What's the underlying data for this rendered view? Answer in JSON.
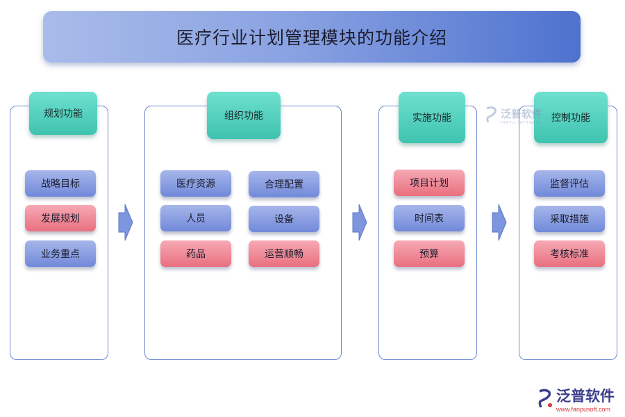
{
  "title": "医疗行业计划管理模块的功能介绍",
  "columns": [
    {
      "header": "规划功能",
      "items": [
        {
          "label": "战略目标",
          "color": "blue"
        },
        {
          "label": "发展规划",
          "color": "red"
        },
        {
          "label": "业务重点",
          "color": "blue"
        }
      ]
    },
    {
      "header": "组织功能",
      "items": [
        {
          "label": "医疗资源",
          "color": "blue"
        },
        {
          "label": "合理配置",
          "color": "blue"
        },
        {
          "label": "人员",
          "color": "blue"
        },
        {
          "label": "设备",
          "color": "blue"
        },
        {
          "label": "药品",
          "color": "red"
        },
        {
          "label": "运营顺畅",
          "color": "red"
        }
      ]
    },
    {
      "header": "实施功能",
      "items": [
        {
          "label": "项目计划",
          "color": "red"
        },
        {
          "label": "时间表",
          "color": "blue"
        },
        {
          "label": "预算",
          "color": "red"
        }
      ]
    },
    {
      "header": "控制功能",
      "items": [
        {
          "label": "监督评估",
          "color": "blue"
        },
        {
          "label": "采取措施",
          "color": "blue"
        },
        {
          "label": "考核标准",
          "color": "red"
        }
      ]
    }
  ],
  "watermark": {
    "brand": "泛普软件",
    "brand_sub": "FANPU SOFTWARE",
    "url": "www.fanpusoft.com"
  },
  "colors": {
    "title_start": "#a9bbe9",
    "title_end": "#4e72cf",
    "header": "#4fd0bd",
    "item_blue": "#8aa0e0",
    "item_red": "#ee8593",
    "panel_border": "#6b86cf",
    "arrow": "#7d96dd"
  }
}
